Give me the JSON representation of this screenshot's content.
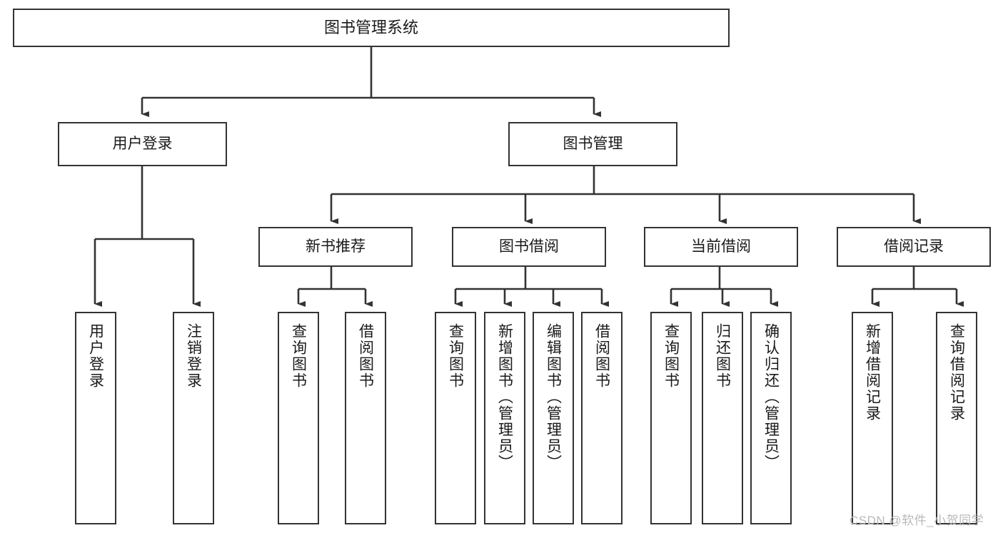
{
  "diagram": {
    "title": "图书管理系统",
    "type": "tree-hierarchy-diagram",
    "orientation": "top-down",
    "colors": {
      "background": "#ffffff",
      "node_border": "#333333",
      "node_fill": "#ffffff",
      "edge": "#333333",
      "text": "#1a1a1a",
      "watermark": "#b9b9b9"
    },
    "root": {
      "label": "图书管理系统"
    },
    "level2": [
      {
        "label": "用户登录"
      },
      {
        "label": "图书管理"
      }
    ],
    "level3": [
      {
        "label": "新书推荐"
      },
      {
        "label": "图书借阅"
      },
      {
        "label": "当前借阅"
      },
      {
        "label": "借阅记录"
      }
    ],
    "leaves": {
      "user_login": [
        {
          "label": "用户登录"
        },
        {
          "label": "注销登录"
        }
      ],
      "new_book_recommend": [
        {
          "label": "查询图书"
        },
        {
          "label": "借阅图书"
        }
      ],
      "book_borrow": [
        {
          "label": "查询图书"
        },
        {
          "label": "新增图书（管理员）"
        },
        {
          "label": "编辑图书（管理员）"
        },
        {
          "label": "借阅图书"
        }
      ],
      "current_borrow": [
        {
          "label": "查询图书"
        },
        {
          "label": "归还图书"
        },
        {
          "label": "确认归还（管理员）"
        }
      ],
      "borrow_record": [
        {
          "label": "新增借阅记录"
        },
        {
          "label": "查询借阅记录"
        }
      ]
    }
  },
  "watermark": {
    "text": "CSDN @软件_小贺同学"
  }
}
